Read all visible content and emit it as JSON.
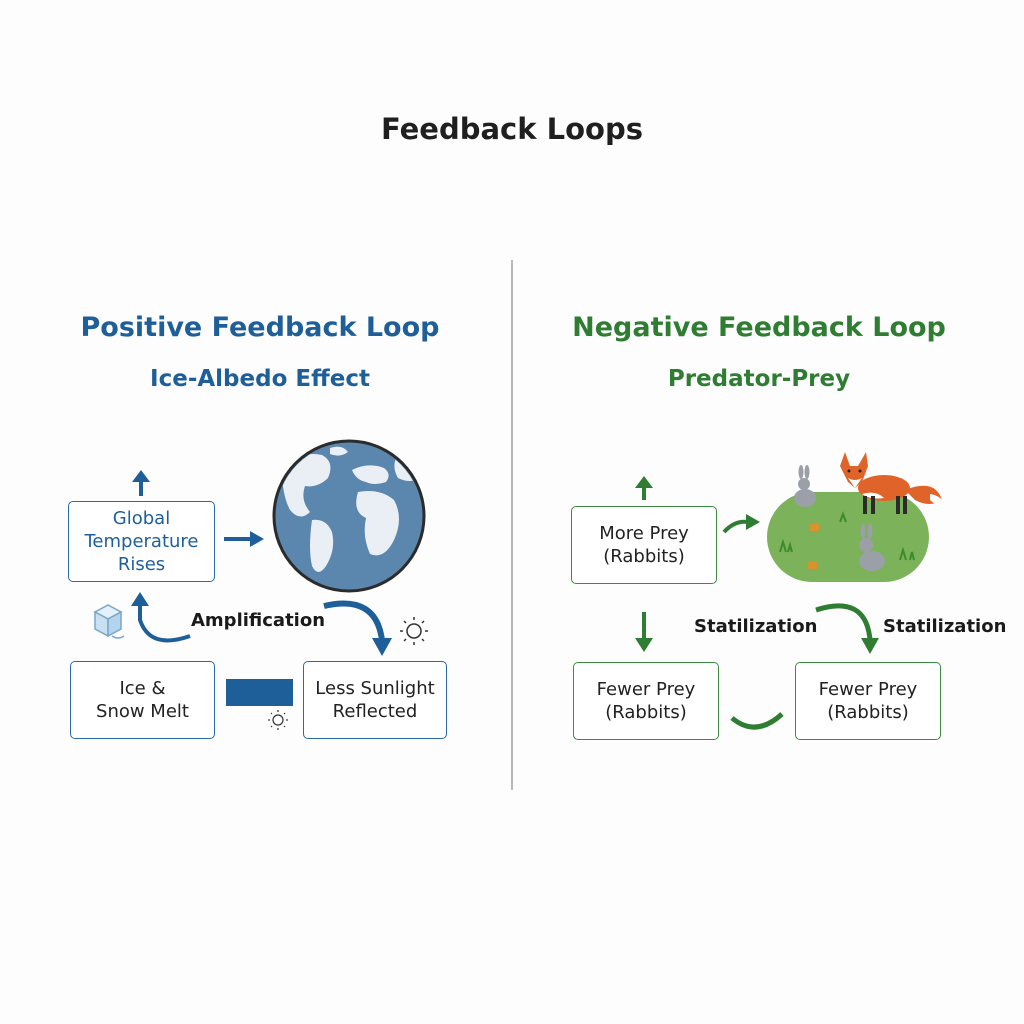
{
  "title": "Feedback Loops",
  "positive": {
    "heading": "Positive Feedback Loop",
    "subheading": "Ice-Albedo Effect",
    "box_temperature": "Global\nTemperature\nRises",
    "box_ice": "Ice &\nSnow Melt",
    "box_sunlight": "Less Sunlight\nReflected",
    "label_amplification": "Amplification",
    "color": "#1f5f99"
  },
  "negative": {
    "heading": "Negative Feedback Loop",
    "subheading": "Predator-Prey",
    "box_more_prey": "More Prey\n(Rabbits)",
    "box_fewer_prey_left": "Fewer Prey\n(Rabbits)",
    "box_fewer_prey_right": "Fewer Prey\n(Rabbits)",
    "label_stabilization_left": "Statilization",
    "label_stabilization_right": "Statilization",
    "color": "#2e7d32"
  },
  "icons": [
    "up-arrow-icon",
    "right-arrow-icon",
    "globe-icon",
    "ice-cube-icon",
    "sun-icon",
    "curved-arrow-icon",
    "rabbit-icon",
    "fox-icon",
    "down-arrow-icon",
    "meadow-icon"
  ]
}
